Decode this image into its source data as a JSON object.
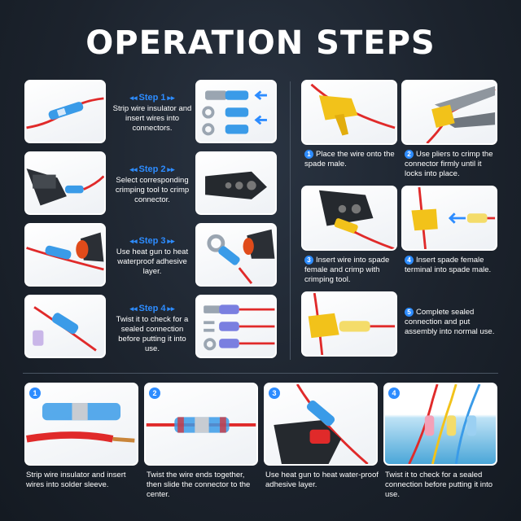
{
  "title": "OPERATION STEPS",
  "left_steps": [
    {
      "label": "Step 1",
      "text": "Strip wire insulator and insert wires into connectors."
    },
    {
      "label": "Step 2",
      "text": "Select corresponding crimping tool to crimp connector."
    },
    {
      "label": "Step 3",
      "text": "Use heat gun to heat waterproof adhesive layer."
    },
    {
      "label": "Step 4",
      "text": "Twist it to check for a sealed connection before putting it into use."
    }
  ],
  "right_steps": [
    {
      "num": "1",
      "text": "Place the wire onto the spade male."
    },
    {
      "num": "2",
      "text": "Use pliers to crimp the connector firmly until it locks into place."
    },
    {
      "num": "3",
      "text": "Insert wire into spade female and crimp with crimping tool."
    },
    {
      "num": "4",
      "text": "Insert spade female terminal into spade male."
    },
    {
      "num": "5",
      "text": "Complete sealed connection and put assembly into normal use."
    }
  ],
  "bottom_steps": [
    {
      "num": "1",
      "text": "Strip wire insulator and insert wires into solder sleeve."
    },
    {
      "num": "2",
      "text": "Twist the wire ends together, then slide the connector to the center."
    },
    {
      "num": "3",
      "text": "Use heat gun to heat water-proof adhesive layer."
    },
    {
      "num": "4",
      "text": "Twist it to check for a sealed connection before putting it into use."
    }
  ],
  "colors": {
    "accent": "#2d8cff",
    "wire_red": "#e02a2a",
    "connector_blue": "#3a9be8",
    "connector_yellow": "#f2c21a"
  }
}
